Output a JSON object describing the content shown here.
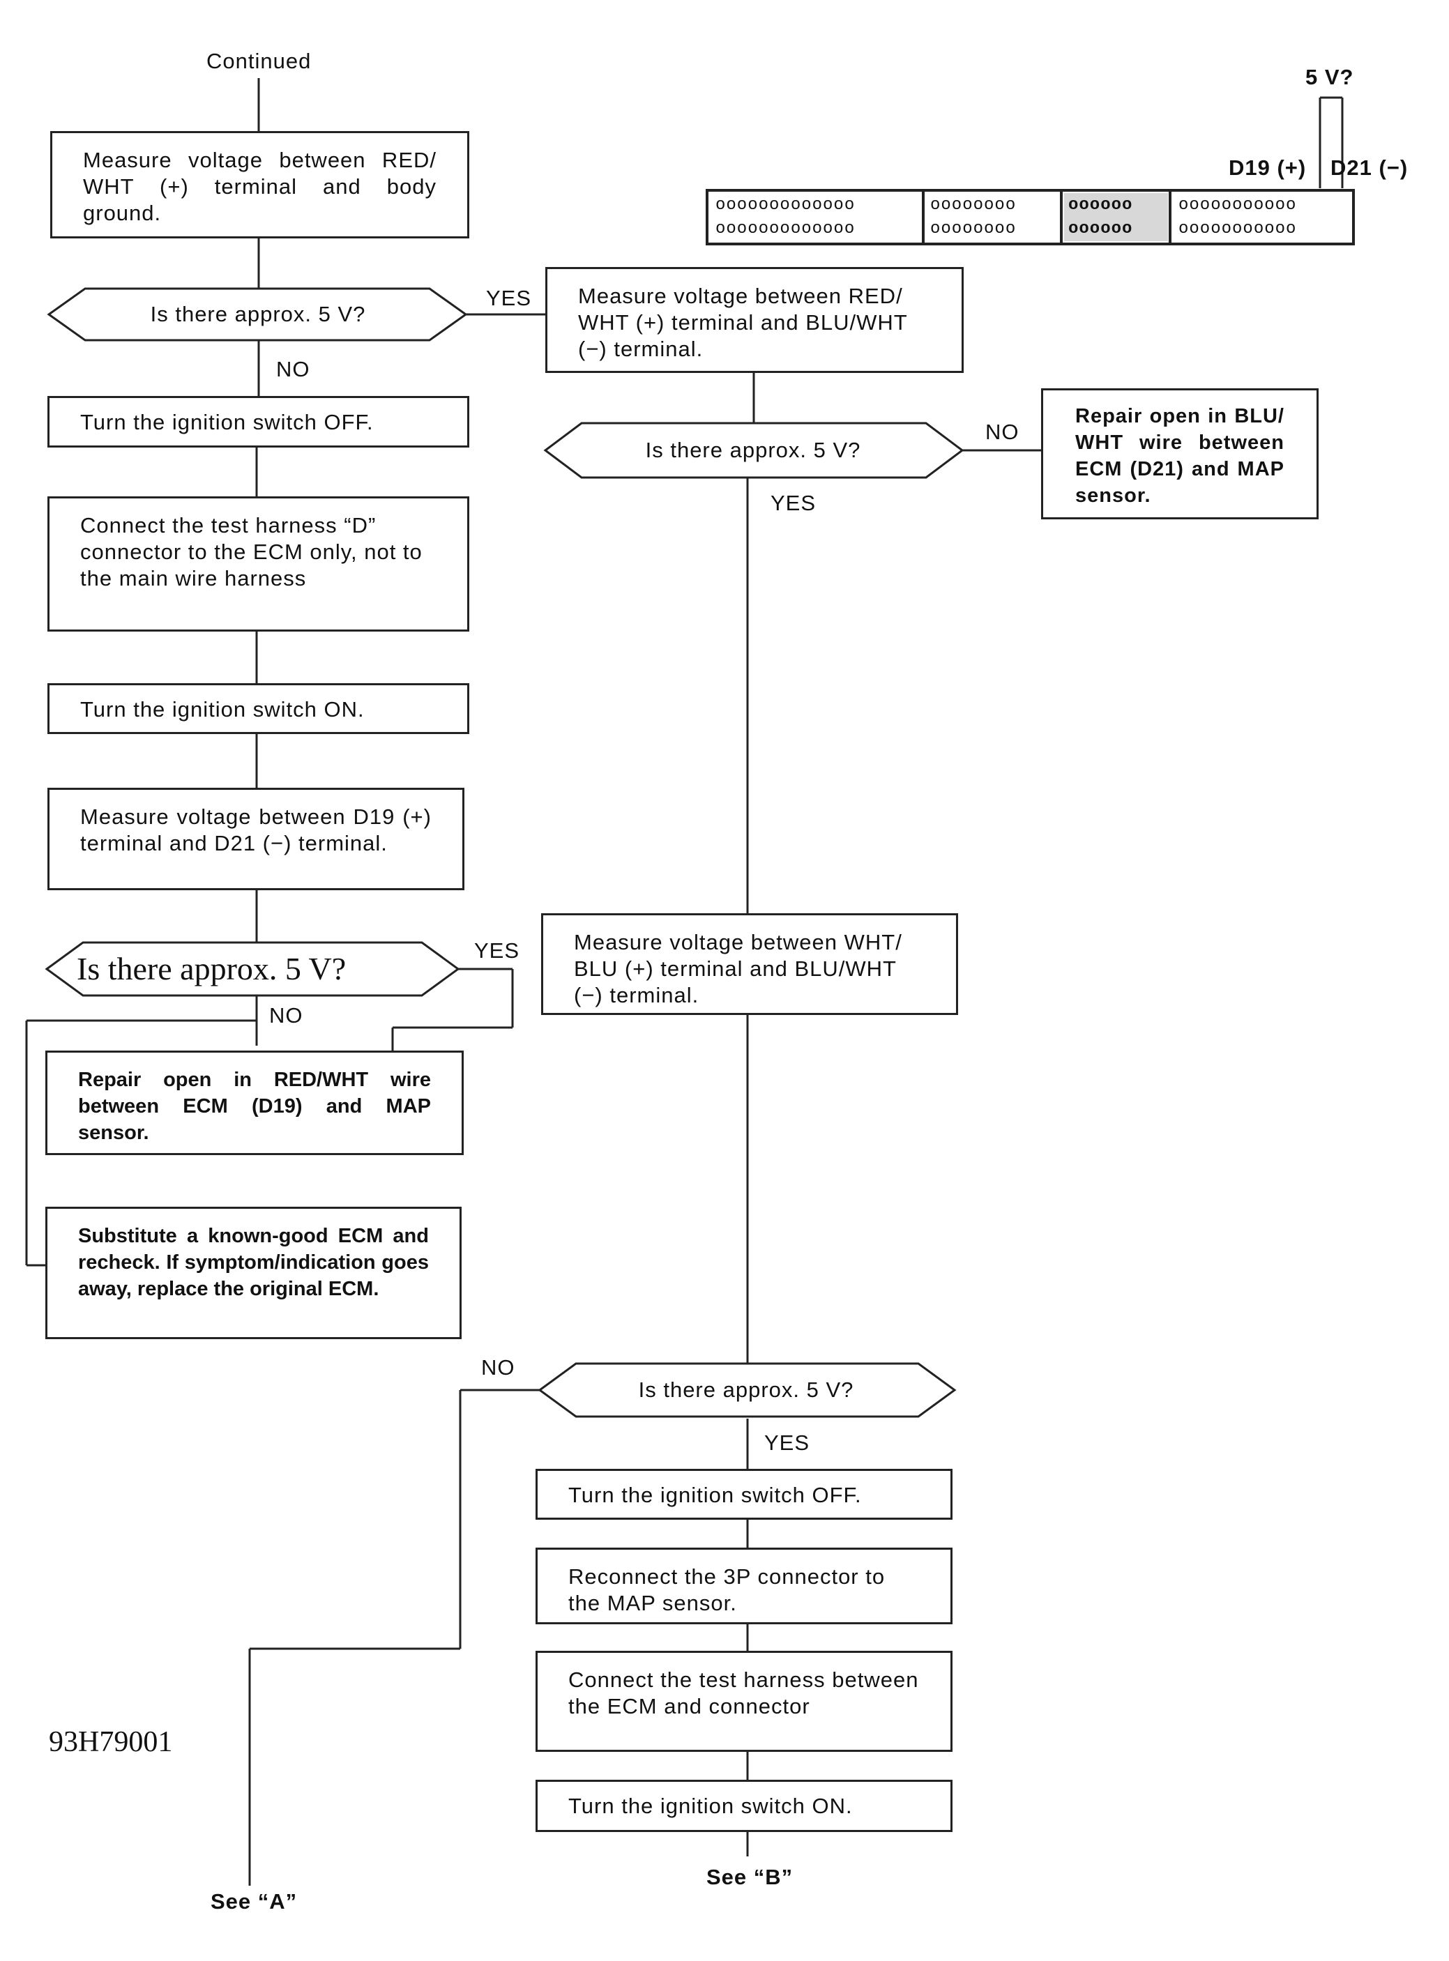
{
  "header": {
    "continued": "Continued"
  },
  "connector": {
    "voltage_label": "5 V?",
    "d19_label": "D19 (+)",
    "d21_label": "D21 (−)",
    "sections": [
      {
        "row1": "ooooooooooooo",
        "row2": "ooooooooooooo"
      },
      {
        "row1": "oooooooo",
        "row2": "oooooooo"
      },
      {
        "row1": "oooooo",
        "row2": "oooooo"
      },
      {
        "row1": "ooooooooooo",
        "row2": "ooooooooooo"
      }
    ]
  },
  "left": {
    "box1": "Measure voltage between RED/ WHT (+) terminal and body ground.",
    "dec1": "Is there approx. 5 V?",
    "box2": "Turn the ignition switch OFF.",
    "box3": "Connect the test harness “D” connector to the ECM only, not to the main wire harness",
    "box4": "Turn the ignition switch ON.",
    "box5": "Measure voltage between D19 (+) terminal and D21 (−) terminal.",
    "dec2": "Is there approx. 5 V?",
    "box6": "Repair open in RED/WHT wire between ECM (D19) and MAP sensor.",
    "box7": "Substitute a known-good ECM and recheck. If symptom/indication goes away, replace the original ECM."
  },
  "right": {
    "box1": "Measure voltage between RED/ WHT (+) terminal and BLU/WHT (−) terminal.",
    "dec1": "Is there approx. 5 V?",
    "repair": "Repair open in BLU/ WHT wire between ECM (D21) and MAP sensor.",
    "box2": "Measure voltage between WHT/ BLU (+) terminal and BLU/WHT (−) terminal.",
    "dec2": "Is there approx. 5 V?",
    "box3": "Turn the ignition switch OFF.",
    "box4": "Reconnect the 3P connector to the MAP sensor.",
    "box5": "Connect the test harness between the ECM and connector",
    "box6": "Turn the ignition switch ON."
  },
  "labels": {
    "yes": "YES",
    "no": "NO"
  },
  "footer": {
    "figure_id": "93H79001",
    "see_a": "See “A”",
    "see_b": "See “B”"
  }
}
